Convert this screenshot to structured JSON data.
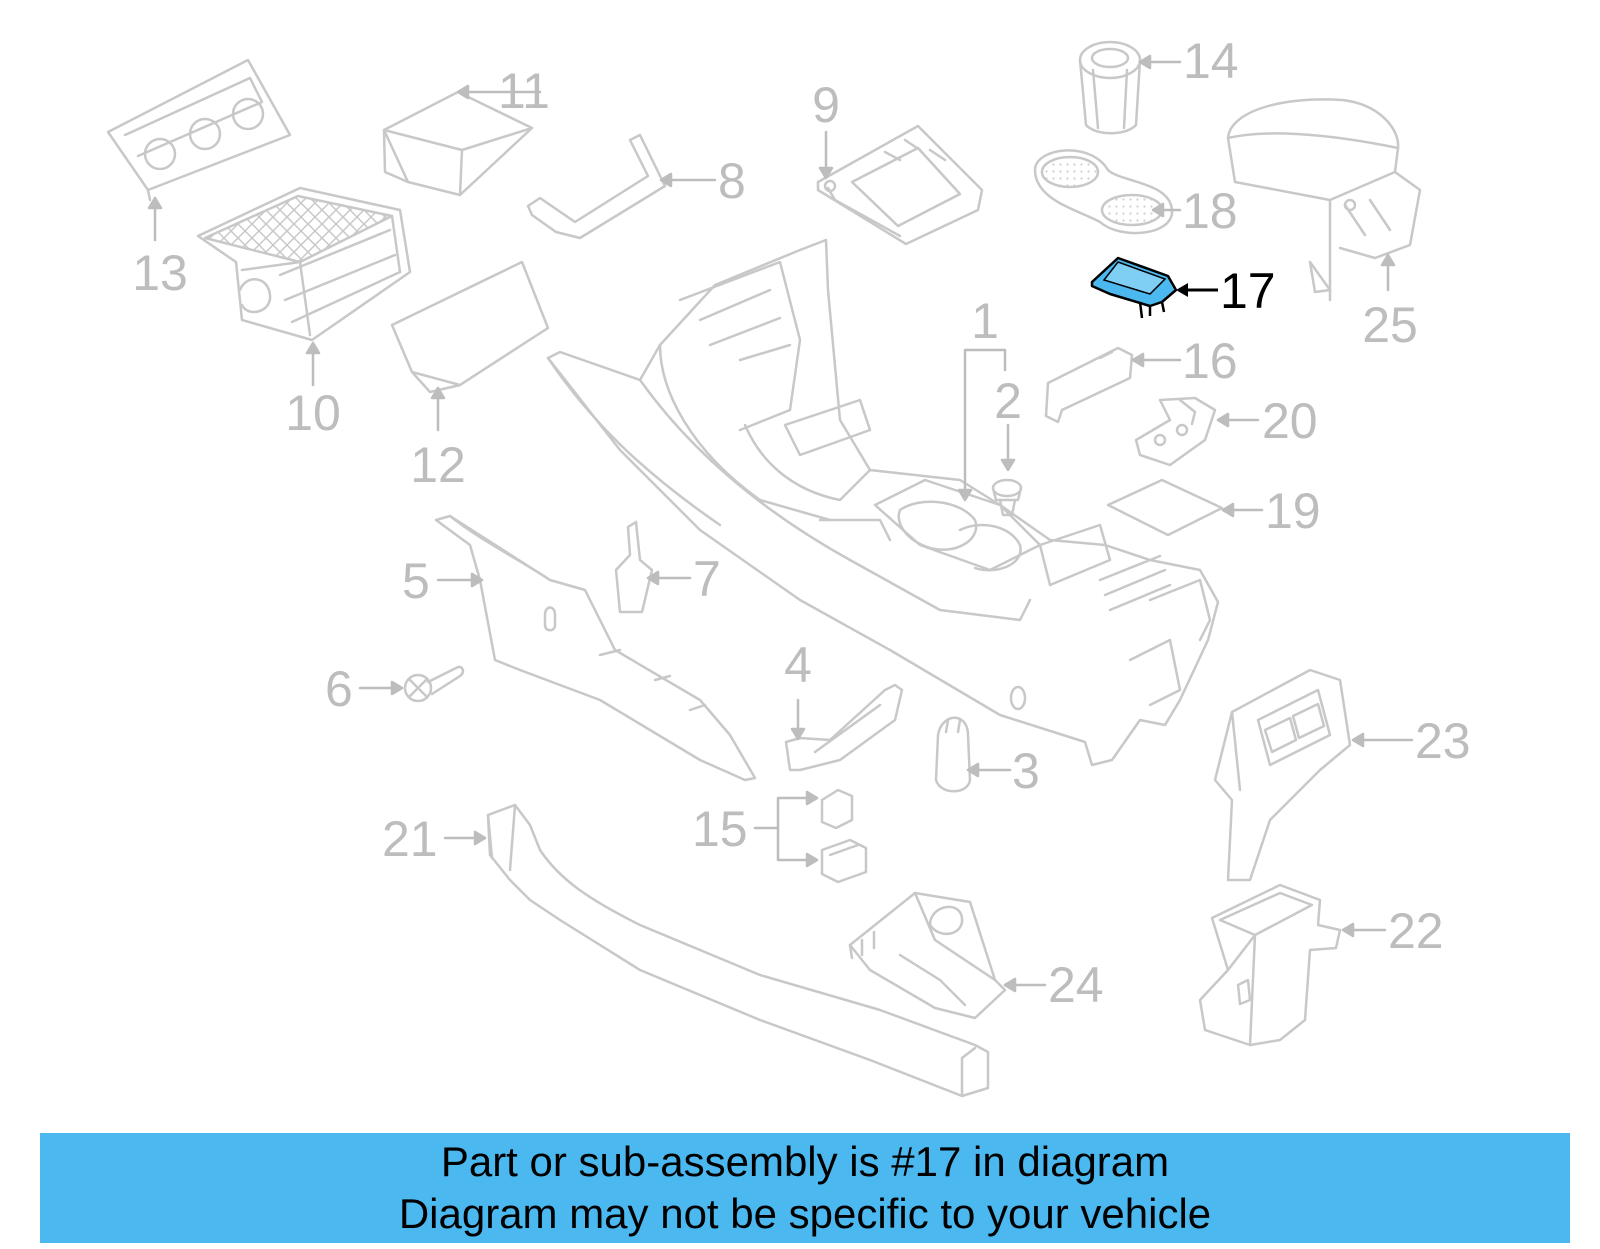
{
  "colors": {
    "line": "#c8c8c8",
    "label": "#bdbdbd",
    "highlight_fill": "#4bb8f0",
    "highlight_stroke": "#000000",
    "highlight_label": "#000000",
    "banner": "#4bb8f0"
  },
  "diagram": {
    "highlighted_part": "17",
    "callouts": [
      {
        "id": "1",
        "text": "1"
      },
      {
        "id": "2",
        "text": "2"
      },
      {
        "id": "3",
        "text": "3"
      },
      {
        "id": "4",
        "text": "4"
      },
      {
        "id": "5",
        "text": "5"
      },
      {
        "id": "6",
        "text": "6"
      },
      {
        "id": "7",
        "text": "7"
      },
      {
        "id": "8",
        "text": "8"
      },
      {
        "id": "9",
        "text": "9"
      },
      {
        "id": "10",
        "text": "10"
      },
      {
        "id": "11",
        "text": "11"
      },
      {
        "id": "12",
        "text": "12"
      },
      {
        "id": "13",
        "text": "13"
      },
      {
        "id": "14",
        "text": "14"
      },
      {
        "id": "15",
        "text": "15"
      },
      {
        "id": "16",
        "text": "16"
      },
      {
        "id": "17",
        "text": "17"
      },
      {
        "id": "18",
        "text": "18"
      },
      {
        "id": "19",
        "text": "19"
      },
      {
        "id": "20",
        "text": "20"
      },
      {
        "id": "21",
        "text": "21"
      },
      {
        "id": "22",
        "text": "22"
      },
      {
        "id": "23",
        "text": "23"
      },
      {
        "id": "24",
        "text": "24"
      },
      {
        "id": "25",
        "text": "25"
      }
    ]
  },
  "banner": {
    "line1": "Part or sub-assembly is #17 in diagram",
    "line2": "Diagram may not be specific to your vehicle"
  }
}
